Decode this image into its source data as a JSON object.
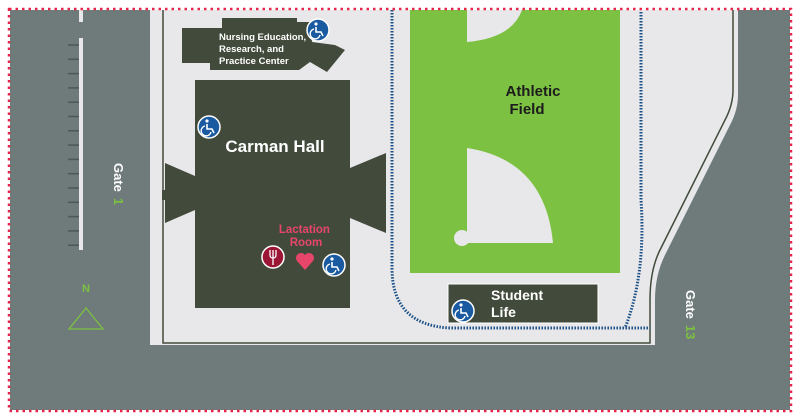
{
  "map": {
    "buildings": {
      "nursing": [
        "Nursing Education,",
        "Research, and",
        "Practice Center"
      ],
      "carman": "Carman Hall",
      "athletic": [
        "Athletic",
        "Field"
      ],
      "student_life": [
        "Student",
        "Life"
      ]
    },
    "amenities": {
      "lactation": [
        "Lactation",
        "Room"
      ]
    },
    "gates": {
      "gate1_word": "Gate",
      "gate1_num": "1",
      "gate13_word": "Gate",
      "gate13_num": "13"
    },
    "north_label": "N",
    "colors": {
      "road": "#6e7b7a",
      "campus": "#e8e8ea",
      "building": "#424b3b",
      "field": "#7dc142",
      "path": "#1a4f86",
      "accessible": "#1a5aa0",
      "lactation": "#e8456a",
      "food": "#9c1535",
      "gate_number": "#7dc142",
      "border": "#e8234a"
    }
  }
}
